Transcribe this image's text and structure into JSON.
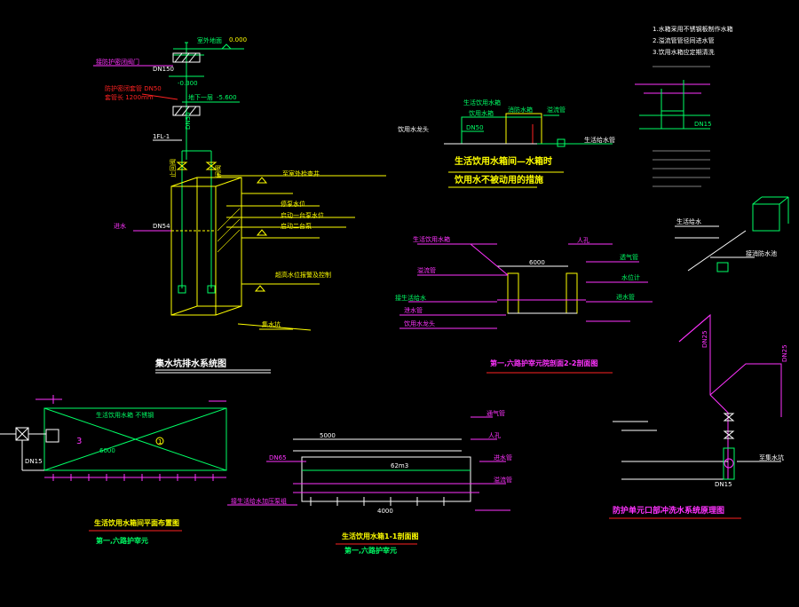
{
  "colors": {
    "background": "#000000",
    "green": "#00ff66",
    "magenta": "#ff33ff",
    "yellow": "#ffff00",
    "white": "#ffffff",
    "red": "#ff2222",
    "cyan": "#00ffff"
  },
  "sump": {
    "elev_top": "0.000",
    "pipe_dn1": "DN150",
    "elev_2": "-0.300",
    "elev_3": "-5.600",
    "pipe_id": "1FL-1",
    "pipe_dn2": "DN54",
    "title": "集水坑排水系统图",
    "label_pump": "集水坑"
  },
  "tank": {
    "title_line1": "生活饮用水箱间—水箱时",
    "title_line2": "饮用水不被动用的措施",
    "label_pipe": "饮用水龙头",
    "label_tank": "生活饮用水箱"
  },
  "section22": {
    "title": "第一,六路护宰元院剖面2-2剖面图",
    "dim": "6000"
  },
  "plan": {
    "dim_center": "6000",
    "note_3": "3",
    "note_1": "1",
    "pipe_dn": "DN15",
    "title": "生活饮用水箱间平面布置图",
    "subtitle": "第一,六路护宰元"
  },
  "section11": {
    "title": "生活饮用水箱1-1剖面图",
    "subtitle": "第一,六路护宰元",
    "dim_top": "5000",
    "dim_bot": "4000",
    "dim_mid": "62m3",
    "pipe_dn": "DN65"
  },
  "riser": {
    "title": "防护单元口部冲洗水系统原理图",
    "pipe_dn1": "DN25",
    "pipe_dn2": "DN15",
    "pipe_dn3": "DN25"
  },
  "notes": {
    "line1": "1.水箱采用不锈钢板制作水箱",
    "line2": "2.溢流管管径同进水管",
    "line3": "3.饮用水箱应定期清洗",
    "pipe_dn": "DN15"
  }
}
